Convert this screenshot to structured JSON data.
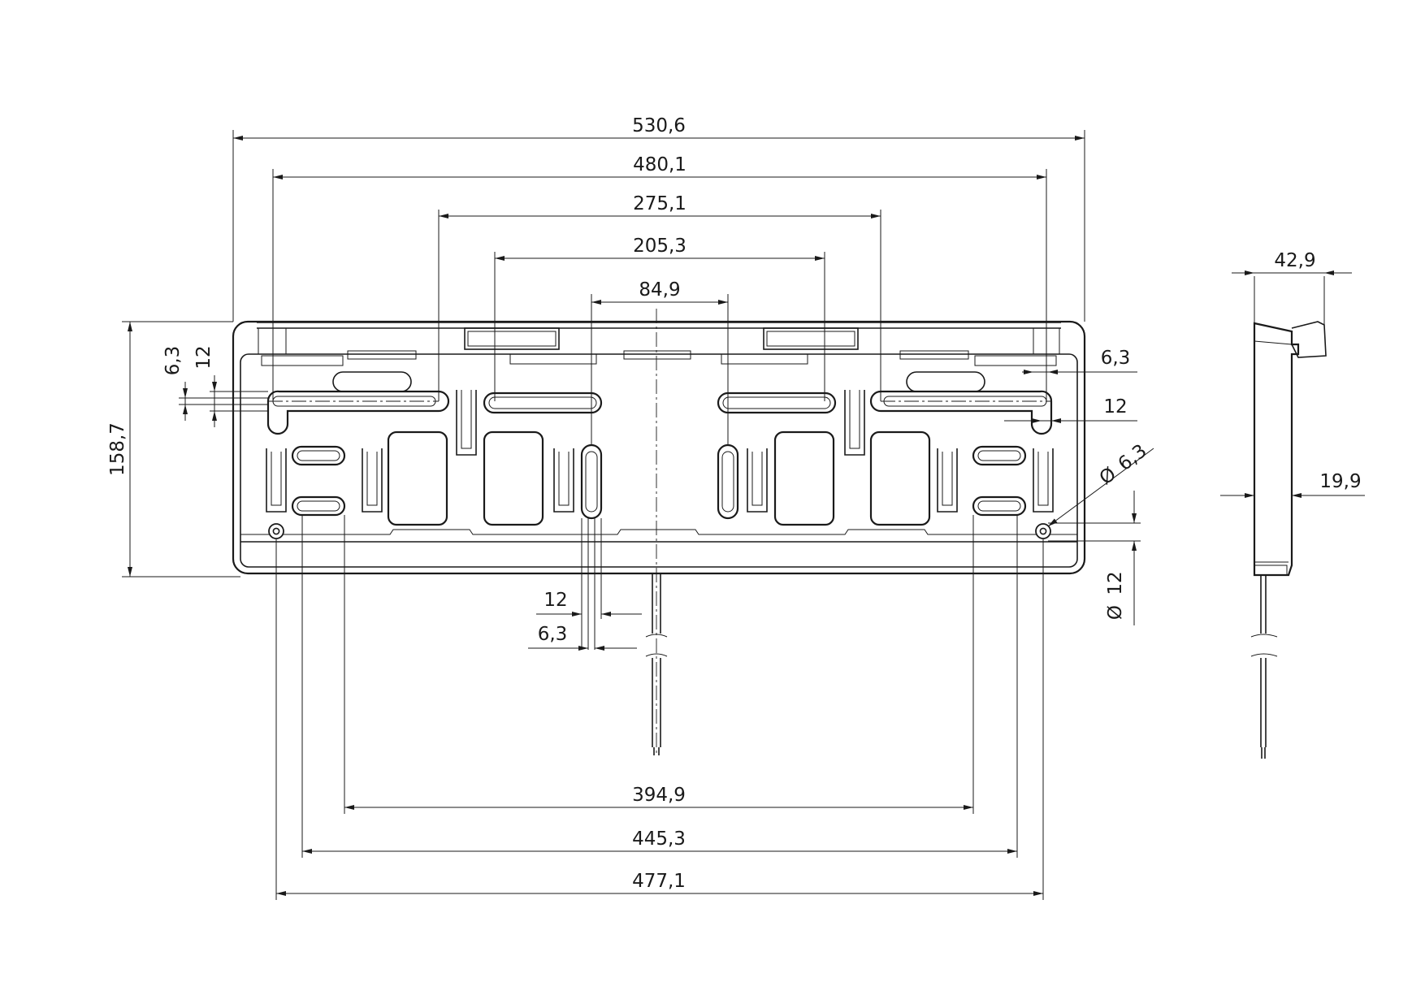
{
  "drawing": {
    "type": "technical-drawing",
    "subject": "license-plate-holder",
    "units_implied": "mm",
    "front_view": {
      "dimensions": {
        "overall_width": "530,6",
        "outer_slot_span": "480,1",
        "inner_slot_span_a": "275,1",
        "inner_slot_span_b": "205,3",
        "center_slot_span": "84,9",
        "overall_height": "158,7",
        "slot_width_small": "6,3",
        "slot_pitch": "12",
        "right_slot_width": "6,3",
        "right_slot_pitch": "12",
        "hole_diameter": "6,3",
        "hole_boss_diameter": "12",
        "bottom_slot_pitch": "12",
        "bottom_slot_width": "6,3",
        "lower_span_a": "394,9",
        "lower_span_b": "445,3",
        "lower_span_c": "477,1"
      },
      "diameter_symbol": "Ø"
    },
    "side_view": {
      "dimensions": {
        "depth_top": "42,9",
        "depth_body": "19,9"
      }
    },
    "colors": {
      "line": "#1a1a1a",
      "background": "#ffffff"
    }
  }
}
